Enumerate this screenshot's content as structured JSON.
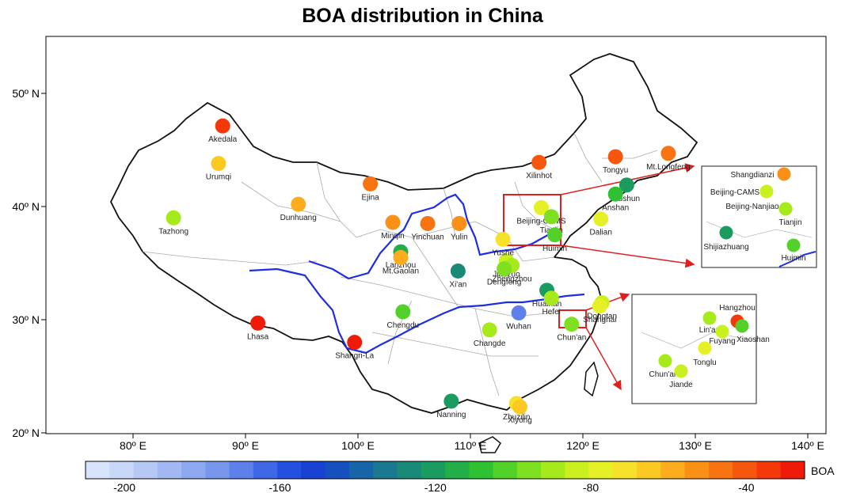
{
  "title": "BOA distribution in China",
  "lon_ticks": [
    "80º E",
    "90º E",
    "100º E",
    "110º E",
    "120º E",
    "130º E",
    "140º E"
  ],
  "lat_ticks": [
    "50º N",
    "40º N",
    "30º N",
    "20º N"
  ],
  "colorbar": {
    "label": "BOA",
    "min": -210,
    "max": -25,
    "tick_labels": [
      "-200",
      "-160",
      "-120",
      "-80",
      "-40"
    ],
    "tick_values": [
      -200,
      -160,
      -120,
      -80,
      -40
    ],
    "colors": [
      "#d8e4fb",
      "#c9d8f8",
      "#b6c9f5",
      "#a2b8f2",
      "#8ea8ef",
      "#7896ec",
      "#5d80ea",
      "#3f68e6",
      "#2350e0",
      "#1840d2",
      "#1650bf",
      "#1864a8",
      "#1a7890",
      "#1a8a78",
      "#1a9c60",
      "#22ae48",
      "#2ec232",
      "#52d228",
      "#7ee020",
      "#a6ea1c",
      "#caf020",
      "#e6f026",
      "#f6e22a",
      "#fcc822",
      "#fcac1c",
      "#fa9016",
      "#f87412",
      "#f6560e",
      "#f4380a",
      "#f01a08"
    ]
  },
  "sites": [
    {
      "name": "Akedala",
      "lon": 87.97,
      "lat": 47.12,
      "boa": -35
    },
    {
      "name": "Urumqi",
      "lon": 87.6,
      "lat": 43.8,
      "boa": -68
    },
    {
      "name": "Tazhong",
      "lon": 83.6,
      "lat": 39.0,
      "boa": -88
    },
    {
      "name": "Dunhuang",
      "lon": 94.7,
      "lat": 40.2,
      "boa": -58
    },
    {
      "name": "Ejina",
      "lon": 101.1,
      "lat": 42.0,
      "boa": -45
    },
    {
      "name": "Minqin",
      "lon": 103.1,
      "lat": 38.6,
      "boa": -50
    },
    {
      "name": "Yinchuan",
      "lon": 106.2,
      "lat": 38.5,
      "boa": -45
    },
    {
      "name": "Yulin",
      "lon": 109.0,
      "lat": 38.5,
      "boa": -52
    },
    {
      "name": "Lanzhou",
      "lon": 103.8,
      "lat": 36.0,
      "boa": -115
    },
    {
      "name": "Mt.Gaolan",
      "lon": 103.8,
      "lat": 35.5,
      "boa": -58
    },
    {
      "name": "Xi'an",
      "lon": 108.9,
      "lat": 34.3,
      "boa": -126
    },
    {
      "name": "Jiaozuo",
      "lon": 113.2,
      "lat": 35.2,
      "boa": -82
    },
    {
      "name": "Zhengzhou",
      "lon": 113.7,
      "lat": 34.8,
      "boa": -92
    },
    {
      "name": "Dengfeng",
      "lon": 113.0,
      "lat": 34.5,
      "boa": -95
    },
    {
      "name": "Xilinhot",
      "lon": 116.1,
      "lat": 43.9,
      "boa": -40
    },
    {
      "name": "Tongyu",
      "lon": 122.9,
      "lat": 44.4,
      "boa": -42
    },
    {
      "name": "Mt.Longfeng",
      "lon": 127.6,
      "lat": 44.7,
      "boa": -48
    },
    {
      "name": "Fushun",
      "lon": 123.9,
      "lat": 41.9,
      "boa": -122
    },
    {
      "name": "Anshan",
      "lon": 122.9,
      "lat": 41.1,
      "boa": -108
    },
    {
      "name": "Dalian",
      "lon": 121.6,
      "lat": 38.9,
      "boa": -78
    },
    {
      "name": "Yushe",
      "lon": 112.9,
      "lat": 37.1,
      "boa": -70
    },
    {
      "name": "Beijing-CAMS",
      "lon": 116.3,
      "lat": 39.9,
      "boa": -78
    },
    {
      "name": "Tianjin",
      "lon": 117.2,
      "lat": 39.1,
      "boa": -95
    },
    {
      "name": "Huimin",
      "lon": 117.5,
      "lat": 37.5,
      "boa": -105
    },
    {
      "name": "Huainan",
      "lon": 116.8,
      "lat": 32.6,
      "boa": -118
    },
    {
      "name": "Hefei",
      "lon": 117.2,
      "lat": 31.9,
      "boa": -92
    },
    {
      "name": "Dongtan",
      "lon": 121.7,
      "lat": 31.5,
      "boa": -82
    },
    {
      "name": "Shanghai",
      "lon": 121.5,
      "lat": 31.2,
      "boa": -78
    },
    {
      "name": "Chengdu",
      "lon": 104.0,
      "lat": 30.7,
      "boa": -102
    },
    {
      "name": "Lhasa",
      "lon": 91.1,
      "lat": 29.7,
      "boa": -30
    },
    {
      "name": "Shangri-La",
      "lon": 99.7,
      "lat": 28.0,
      "boa": -30
    },
    {
      "name": "Wuhan",
      "lon": 114.3,
      "lat": 30.6,
      "boa": -170
    },
    {
      "name": "Changde",
      "lon": 111.7,
      "lat": 29.1,
      "boa": -90
    },
    {
      "name": "Chun'an",
      "lon": 119.0,
      "lat": 29.6,
      "boa": -95
    },
    {
      "name": "Zhuzilin",
      "lon": 114.1,
      "lat": 22.6,
      "boa": -72
    },
    {
      "name": "Xiyong",
      "lon": 114.4,
      "lat": 22.3,
      "boa": -68
    },
    {
      "name": "Nanning",
      "lon": 108.3,
      "lat": 22.8,
      "boa": -120
    }
  ],
  "insets": [
    {
      "name": "north",
      "sites": [
        {
          "name": "Shangdianzi",
          "boa": -55
        },
        {
          "name": "Beijing-CAMS",
          "boa": -82
        },
        {
          "name": "Beijing-Nanjiao",
          "boa": -78
        },
        {
          "name": "Tianjin",
          "boa": -92
        },
        {
          "name": "Shijiazhuang",
          "boa": -118
        },
        {
          "name": "Huimin",
          "boa": -105
        }
      ]
    },
    {
      "name": "hangzhou",
      "sites": [
        {
          "name": "Hangzhou",
          "boa": -32
        },
        {
          "name": "Lin'an",
          "boa": -88
        },
        {
          "name": "Fuyang",
          "boa": -82
        },
        {
          "name": "Xiaoshan",
          "boa": -100
        },
        {
          "name": "Tonglu",
          "boa": -78
        },
        {
          "name": "Chun'an",
          "boa": -90
        },
        {
          "name": "Jiande",
          "boa": -85
        }
      ]
    }
  ]
}
